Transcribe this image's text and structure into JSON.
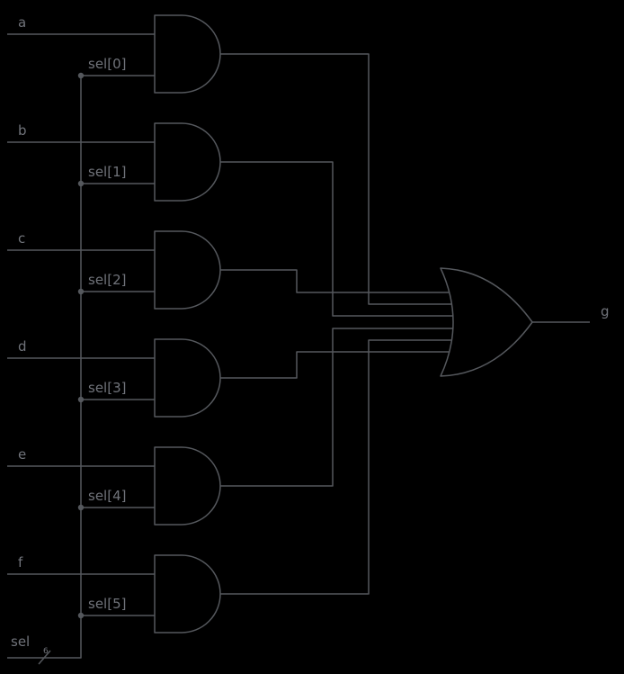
{
  "colors": {
    "background": "#000000",
    "wire": "#55585d",
    "text": "#70737a"
  },
  "inputs": [
    {
      "label": "a",
      "sel": "sel[0]"
    },
    {
      "label": "b",
      "sel": "sel[1]"
    },
    {
      "label": "c",
      "sel": "sel[2]"
    },
    {
      "label": "d",
      "sel": "sel[3]"
    },
    {
      "label": "e",
      "sel": "sel[4]"
    },
    {
      "label": "f",
      "sel": "sel[5]"
    }
  ],
  "bus": {
    "label": "sel",
    "width": "6"
  },
  "output": {
    "label": "g"
  },
  "circuit": {
    "description": "Six 2-input AND gates (a&sel[0] ... f&sel[5]) feeding one 6-input OR gate that drives output g",
    "and_gate_count": 6,
    "or_gate_inputs": 6
  }
}
